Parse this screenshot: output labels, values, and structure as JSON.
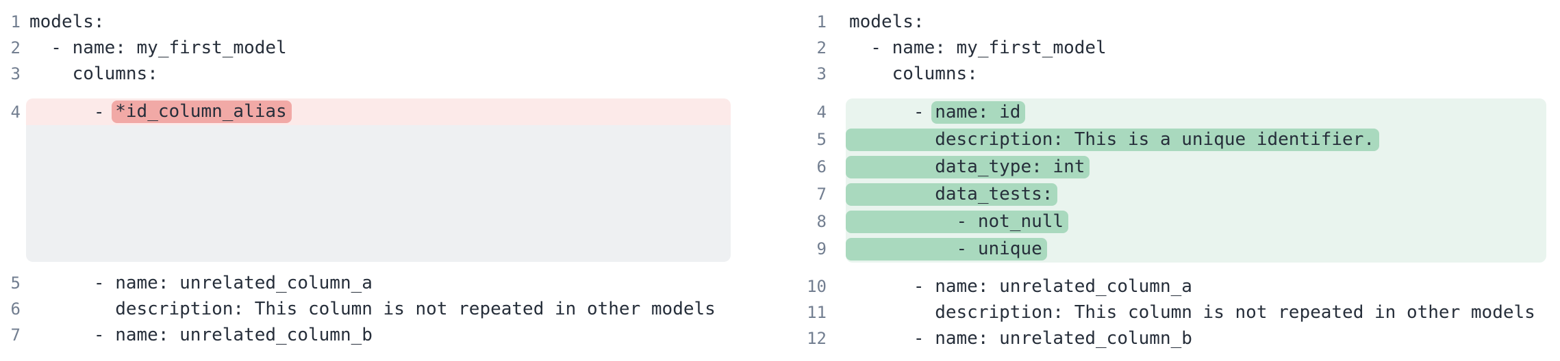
{
  "colors": {
    "code_text": "#262e3a",
    "line_number": "#727e90",
    "removed_line_bg": "#fceae9",
    "removed_token_bg": "#f1a9a6",
    "collapsed_placeholder_bg": "#eef0f2",
    "added_line_bg": "#e9f4ee",
    "added_token_bg": "#a9d9be",
    "page_bg": "#ffffff"
  },
  "left_pane": {
    "rows": [
      {
        "num": "1",
        "type": "context",
        "text": "models:"
      },
      {
        "num": "2",
        "type": "context",
        "text": "  - name: my_first_model"
      },
      {
        "num": "3",
        "type": "context",
        "text": "    columns:"
      },
      {
        "num": "4",
        "type": "removed",
        "prefix": "      - ",
        "token": "*id_column_alias"
      },
      {
        "type": "placeholder"
      },
      {
        "num": "5",
        "type": "context",
        "text": "      - name: unrelated_column_a"
      },
      {
        "num": "6",
        "type": "context",
        "text": "        description: This column is not repeated in other models"
      },
      {
        "num": "7",
        "type": "context",
        "text": "      - name: unrelated_column_b"
      }
    ]
  },
  "right_pane": {
    "rows": [
      {
        "num": "1",
        "type": "context",
        "text": "models:"
      },
      {
        "num": "2",
        "type": "context",
        "text": "  - name: my_first_model"
      },
      {
        "num": "3",
        "type": "context",
        "text": "    columns:"
      },
      {
        "num": "4",
        "type": "added",
        "first": true,
        "prefix": "      - ",
        "token": "name: id"
      },
      {
        "num": "5",
        "type": "added",
        "prefix": "",
        "token": "        description: This is a unique identifier."
      },
      {
        "num": "6",
        "type": "added",
        "prefix": "",
        "token": "        data_type: int"
      },
      {
        "num": "7",
        "type": "added",
        "prefix": "",
        "token": "        data_tests:"
      },
      {
        "num": "8",
        "type": "added",
        "prefix": "",
        "token": "          - not_null"
      },
      {
        "num": "9",
        "type": "added",
        "last": true,
        "prefix": "",
        "token": "          - unique"
      },
      {
        "num": "10",
        "type": "context",
        "text": "      - name: unrelated_column_a"
      },
      {
        "num": "11",
        "type": "context",
        "text": "        description: This column is not repeated in other models"
      },
      {
        "num": "12",
        "type": "context",
        "text": "      - name: unrelated_column_b"
      }
    ]
  }
}
